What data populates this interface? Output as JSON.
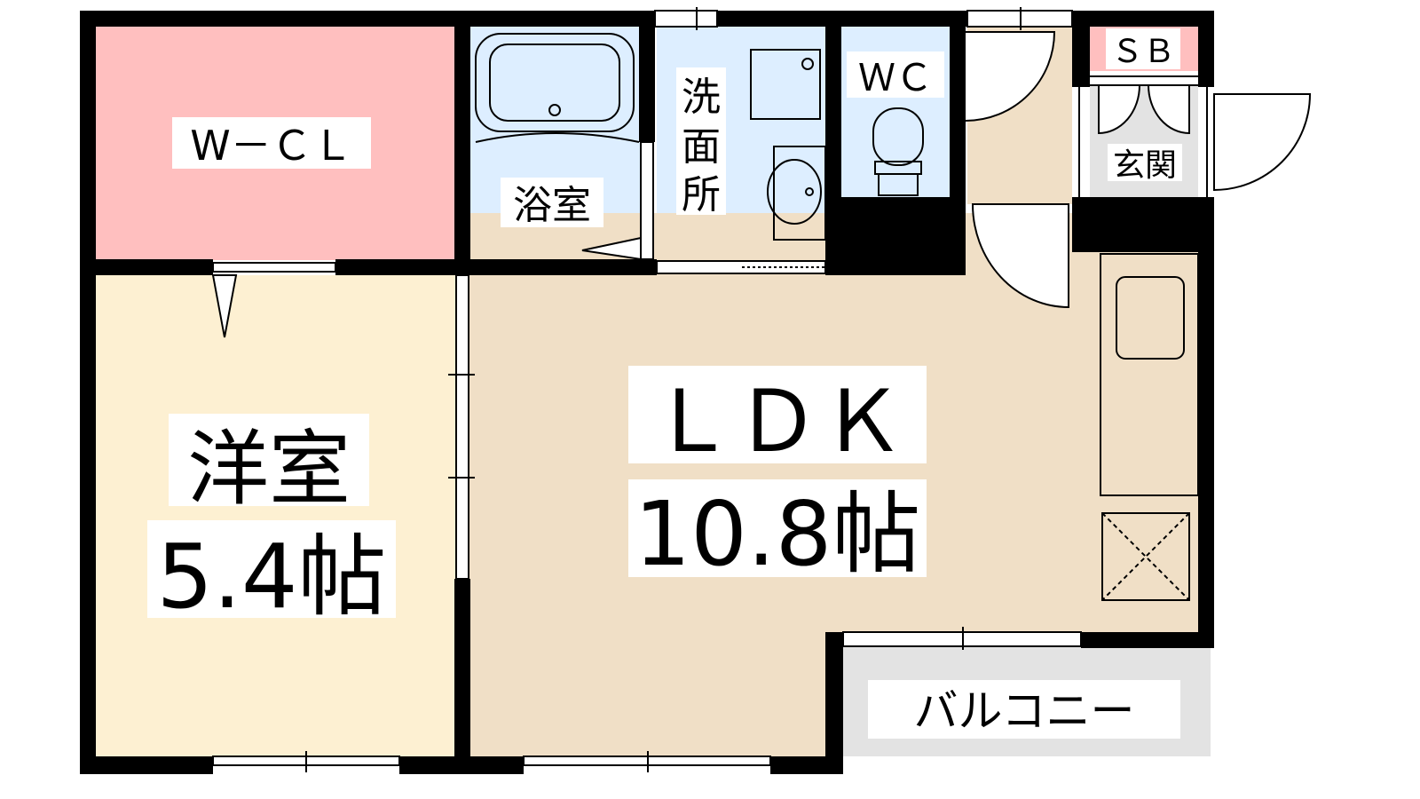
{
  "rooms": {
    "wcl": "W－ＣＬ",
    "bath": "浴室",
    "washroom": [
      "洗",
      "面",
      "所"
    ],
    "wc": "ＷＣ",
    "sb": "ＳＢ",
    "genkan": "玄関",
    "western_name": "洋室",
    "western_size": "5.4帖",
    "ldk_name": "ＬＤＫ",
    "ldk_size": "10.8帖",
    "balcony": "バルコニー"
  },
  "colors": {
    "wall": "#000000",
    "wcl_fill": "#ffbfbf",
    "wet_fill": "#ddeeff",
    "western_fill": "#fdf0d2",
    "ldk_fill": "#f0dfc6",
    "genkan_fill": "#e3e3e3",
    "balcony_fill": "#e3e3e3",
    "sb_fill": "#ffbfbf",
    "label_bg": "#ffffff"
  }
}
